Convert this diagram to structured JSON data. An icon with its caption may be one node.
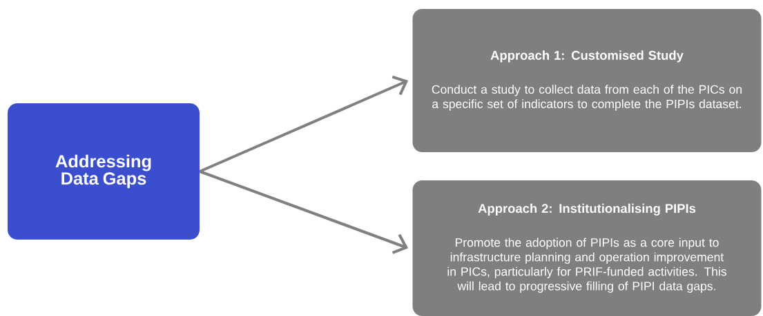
{
  "diagram": {
    "nodes": [
      {
        "text": [
          "Addressing Data Gaps"
        ]
      },
      {
        "text": [
          "Approach 1: Customised Study",
          "Conduct a study to collect data from each of the PICs on a specific set of indicators to complete the PIPIs dataset."
        ]
      },
      {
        "text": [
          "Approach 2: Institutionalising PIPIs",
          "Promote the adoption of PIPIs as a core input to infrastructure planning and operation improvement in PICs, particularly for PRIF-funded activities. This will lead to progressive filling of PIPI data gaps."
        ]
      }
    ],
    "edges": [
      {
        "from": 0,
        "to": 1,
        "arrow": "to"
      },
      {
        "from": 0,
        "to": 2,
        "arrow": "to"
      }
    ]
  }
}
